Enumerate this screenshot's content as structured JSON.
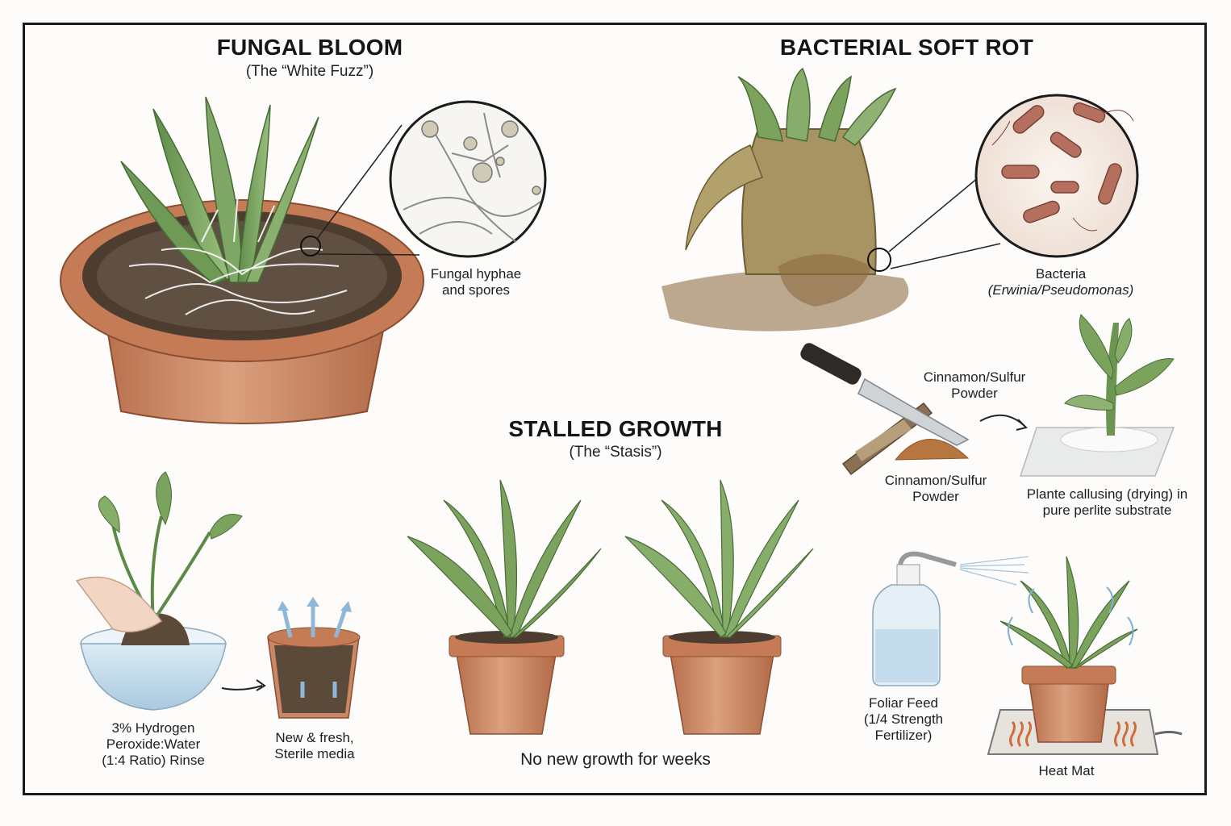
{
  "fungal": {
    "title": "FUNGAL BLOOM",
    "subtitle": "(The “White Fuzz”)",
    "callout_line1": "Fungal hyphae",
    "callout_line2": "and spores",
    "rinse_line1": "3% Hydrogen",
    "rinse_line2": "Peroxide:Water",
    "rinse_line3": "(1:4 Ratio) Rinse",
    "media_line1": "New & fresh,",
    "media_line2": "Sterile media"
  },
  "bacterial": {
    "title": "BACTERIAL SOFT ROT",
    "callout_line1": "Bacteria",
    "callout_line2": "(Erwinia/Pseudomonas)",
    "powder_top_line1": "Cinnamon/Sulfur",
    "powder_top_line2": "Powder",
    "powder_bottom_line1": "Cinnamon/Sulfur",
    "powder_bottom_line2": "Powder",
    "callus_line1": "Plante callusing (drying) in",
    "callus_line2": "pure perlite substrate"
  },
  "stalled": {
    "title": "STALLED GROWTH",
    "subtitle": "(The “Stasis”)",
    "caption": "No new growth for weeks",
    "foliar_line1": "Foliar Feed",
    "foliar_line2": "(1/4 Strength",
    "foliar_line3": "Fertilizer)",
    "heatmat": "Heat Mat"
  },
  "colors": {
    "terracotta": "#c9825e",
    "leaf": "#6f9a57",
    "soil": "#5b4a3a",
    "outline": "#1b1b1b"
  }
}
